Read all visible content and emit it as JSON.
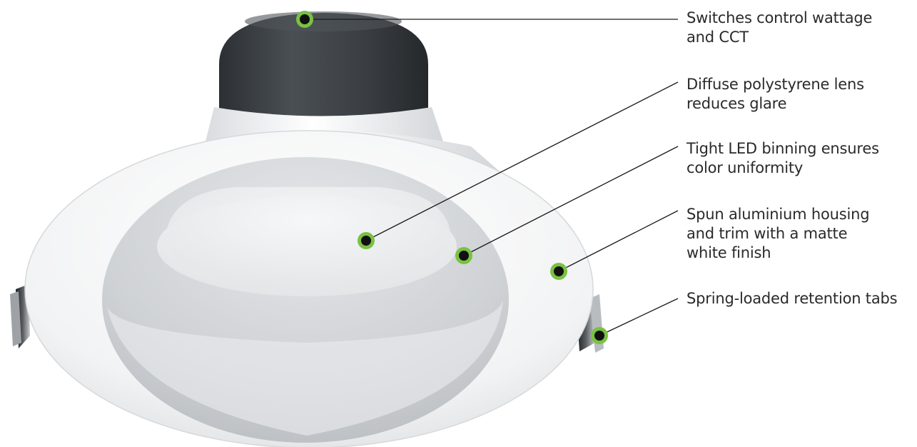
{
  "colors": {
    "marker_ring": "#7ac143",
    "marker_dot": "#111111",
    "leader_line": "#1a1a1a",
    "housing_dark": "#3d4247",
    "trim_white": "#f4f5f6"
  },
  "callouts": [
    {
      "id": "switches",
      "line1": "Switches control wattage",
      "line2": "and CCT"
    },
    {
      "id": "lens",
      "line1": "Diffuse polystyrene lens",
      "line2": "reduces glare"
    },
    {
      "id": "binning",
      "line1": "Tight LED binning ensures",
      "line2": "color uniformity"
    },
    {
      "id": "housing",
      "line1": "Spun aluminium housing",
      "line2": "and trim with a matte",
      "line3": "white finish"
    },
    {
      "id": "tabs",
      "line1": "Spring-loaded retention tabs"
    }
  ]
}
